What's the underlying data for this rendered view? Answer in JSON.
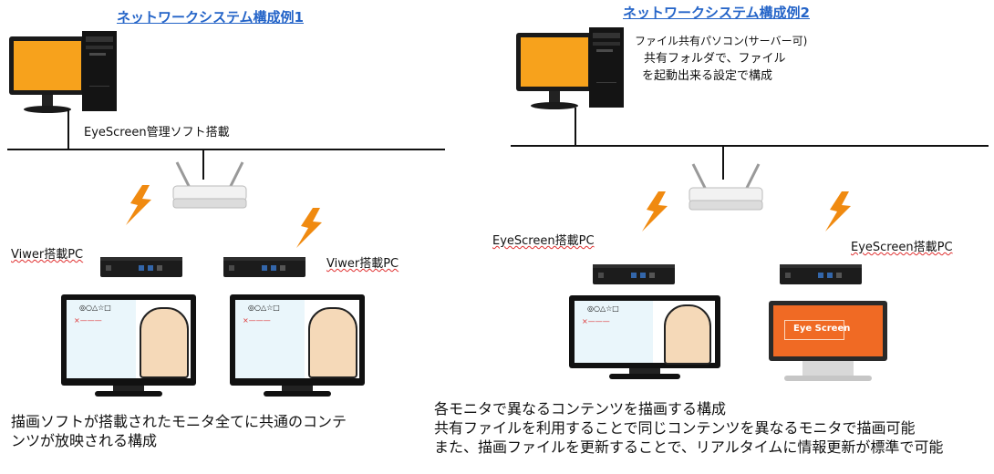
{
  "diagram_left": {
    "title": "ネットワークシステム構成例1",
    "server_label": "EyeScreen管理ソフト搭載",
    "client_left_label": "Viwer搭載PC",
    "client_right_label": "Viwer搭載PC",
    "screen_text": "◎○△☆□",
    "screen_line": "×———",
    "description": [
      "描画ソフトが搭載されたモニタ全てに共通のコンテ",
      "ンツが放映される構成"
    ]
  },
  "diagram_right": {
    "title": "ネットワークシステム構成例2",
    "server_label_1": "ファイル共有パソコン(サーバー可)",
    "server_label_2": "共有フォルダで、ファイル",
    "server_label_3": "を起動出来る設定で構成",
    "client_left_label": "EyeScreen搭載PC",
    "client_right_label": "EyeScreen搭載PC",
    "screen_text": "◎○△☆□",
    "screen_line": "×———",
    "orange_screen_text": "Eye Screen",
    "description": [
      "各モニタで異なるコンテンツを描画する構成",
      "共有ファイルを利用することで同じコンテンツを異なるモニタで描画可能",
      "また、描画ファイルを更新することで、リアルタイムに情報更新が標準で可能"
    ]
  },
  "colors": {
    "title": "#2464c8",
    "monitor_orange": "#f7a21c",
    "lightning": "#f08a10",
    "orange_screen": "#f06a24"
  }
}
